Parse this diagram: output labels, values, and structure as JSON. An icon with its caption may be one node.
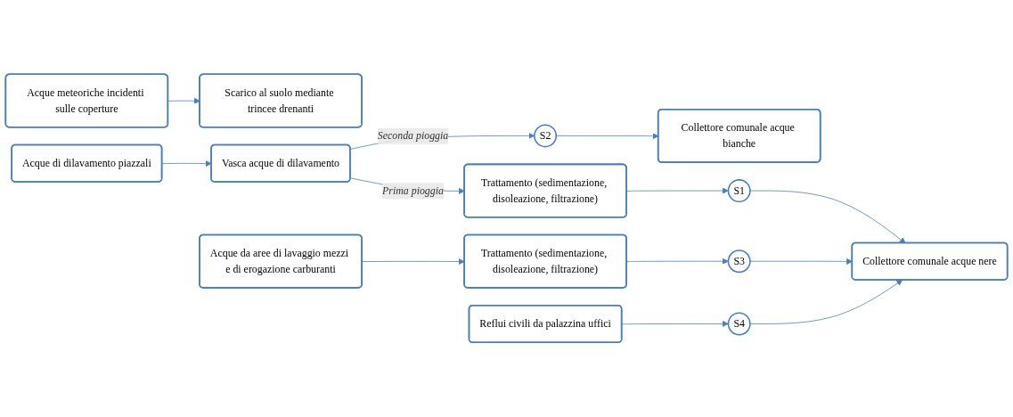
{
  "diagram": {
    "nodes": [
      {
        "text": [
          "Acque meteoriche incidenti sulle coperture"
        ]
      },
      {
        "text": [
          "Scarico al suolo mediante trincee drenanti"
        ]
      },
      {
        "text": [
          "Acque di dilavamento piazzali"
        ]
      },
      {
        "text": [
          "Vasca acque di dilavamento"
        ]
      },
      {
        "text": [
          "S2"
        ]
      },
      {
        "text": [
          "Collettore comunale acque bianche"
        ]
      },
      {
        "text": [
          "Trattamento (sedimentazione, disoleazione, filtrazione)"
        ]
      },
      {
        "text": [
          "S1"
        ]
      },
      {
        "text": [
          "Acque da aree di lavaggio mezzi e di erogazione carburanti"
        ]
      },
      {
        "text": [
          "Trattamento (sedimentazione, disoleazione, filtrazione)"
        ]
      },
      {
        "text": [
          "S3"
        ]
      },
      {
        "text": [
          "Collettore comunale acque nere"
        ]
      },
      {
        "text": [
          "Reflui civili da palazzina uffici"
        ]
      },
      {
        "text": [
          "S4"
        ]
      }
    ],
    "edges": [
      {
        "from": 0,
        "to": 1,
        "arrow": "to"
      },
      {
        "from": 2,
        "to": 3,
        "arrow": "to"
      },
      {
        "from": 3,
        "to": 4,
        "arrow": "to",
        "label": "Seconda pioggia"
      },
      {
        "from": 4,
        "to": 5,
        "arrow": "to"
      },
      {
        "from": 3,
        "to": 6,
        "arrow": "to",
        "label": "Prima pioggia"
      },
      {
        "from": 6,
        "to": 7,
        "arrow": "to"
      },
      {
        "from": 7,
        "to": 11,
        "arrow": "to"
      },
      {
        "from": 8,
        "to": 9,
        "arrow": "to"
      },
      {
        "from": 9,
        "to": 10,
        "arrow": "to"
      },
      {
        "from": 10,
        "to": 11,
        "arrow": "to"
      },
      {
        "from": 12,
        "to": 13,
        "arrow": "to"
      },
      {
        "from": 13,
        "to": 11,
        "arrow": "to"
      }
    ]
  }
}
